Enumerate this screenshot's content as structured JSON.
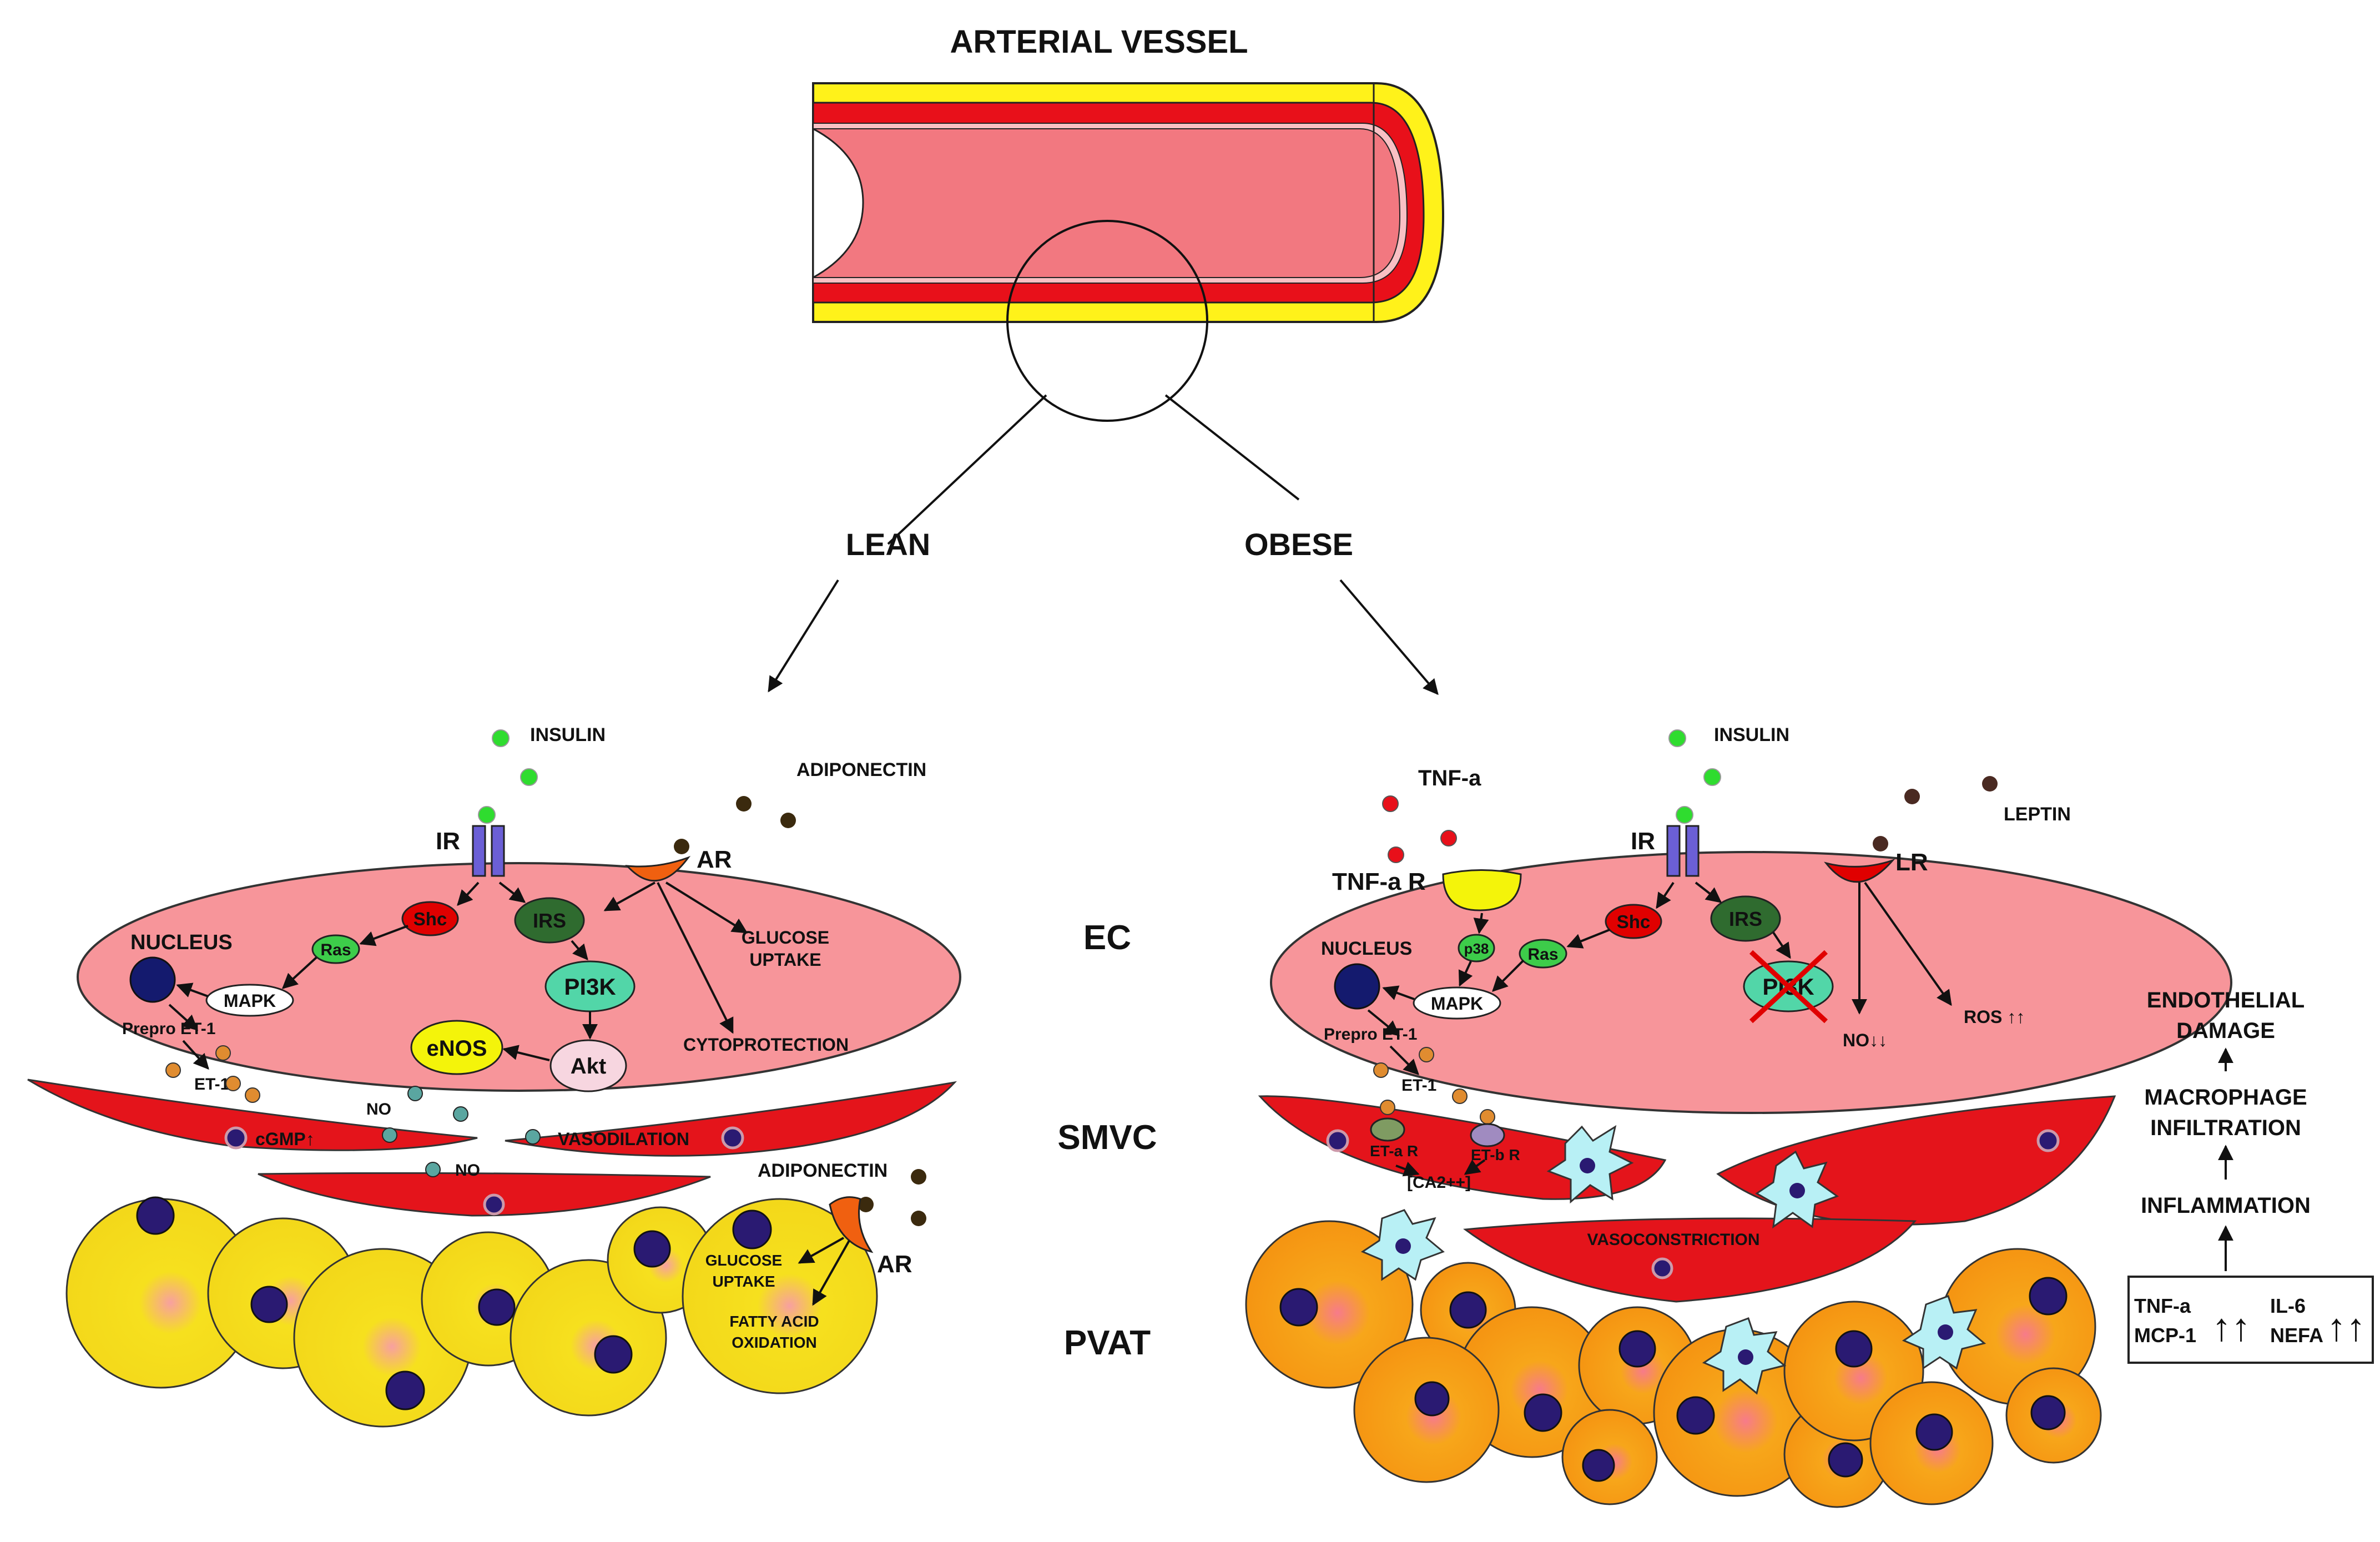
{
  "title": "ARTERIAL VESSEL",
  "branches": {
    "lean": "LEAN",
    "obese": "OBESE"
  },
  "layers": {
    "ec": "EC",
    "smvc": "SMVC",
    "pvat": "PVAT"
  },
  "lean": {
    "insulin": "INSULIN",
    "adiponectin": "ADIPONECTIN",
    "adiponectin2": "ADIPONECTIN",
    "ir": "IR",
    "ar": "AR",
    "ar2": "AR",
    "nucleus": "NUCLEUS",
    "shc": "Shc",
    "irs": "IRS",
    "ras": "Ras",
    "mapk": "MAPK",
    "pi3k": "PI3K",
    "enos": "eNOS",
    "akt": "Akt",
    "glucose_uptake_1": "GLUCOSE",
    "glucose_uptake_2": "UPTAKE",
    "cytoprotection": "CYTOPROTECTION",
    "prepro": "Prepro ET-1",
    "et1": "ET-1",
    "no1": "NO",
    "no2": "NO",
    "cgmp": "cGMP↑",
    "vasodilation": "VASODILATION",
    "pvat_glucose_1": "GLUCOSE",
    "pvat_glucose_2": "UPTAKE",
    "fatty_1": "FATTY ACID",
    "fatty_2": "OXIDATION"
  },
  "obese": {
    "insulin": "INSULIN",
    "tnfa": "TNF-a",
    "tnfar": "TNF-a R",
    "leptin": "LEPTIN",
    "ir": "IR",
    "lr": "LR",
    "nucleus": "NUCLEUS",
    "p38": "p38",
    "ras": "Ras",
    "shc": "Shc",
    "irs": "IRS",
    "mapk": "MAPK",
    "pi3k": "PI3K",
    "no": "NO↓↓",
    "ros": "ROS ↑↑",
    "prepro": "Prepro ET-1",
    "et1": "ET-1",
    "etar": "ET-a R",
    "etbr": "ET-b R",
    "ca": "[CA2++]",
    "vasoconstriction": "VASOCONSTRICTION"
  },
  "cascade": {
    "damage_1": "ENDOTHELIAL",
    "damage_2": "DAMAGE",
    "macro_1": "MACROPHAGE",
    "macro_2": "INFILTRATION",
    "inflammation": "INFLAMMATION",
    "box": {
      "tnfa": "TNF-a",
      "mcp1": "MCP-1",
      "il6": "IL-6",
      "nefa": "NEFA",
      "arrows": "↑↑"
    }
  },
  "colors": {
    "vessel_red": "#e8101a",
    "vessel_yellow": "#fff21a",
    "lumen": "#f27880",
    "ec_pink": "#f7959a",
    "smc_red": "#e4141b",
    "adipocyte_yellow": "#f6e01e",
    "adipocyte_orange": "#f7a61a",
    "nucleus_navy": "#2a1a72",
    "insulin_green": "#2fdc2f"
  }
}
